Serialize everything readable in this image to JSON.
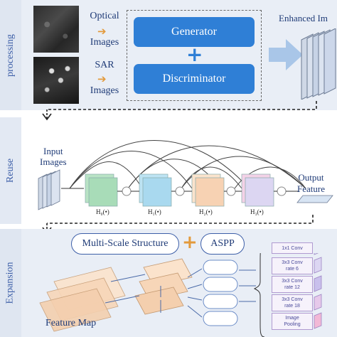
{
  "stages": {
    "processing": "processing",
    "reuse": "Reuse",
    "expansion": "Expansion"
  },
  "processing": {
    "optical_label": "Optical",
    "optical_label2": "Images",
    "sar_label": "SAR",
    "sar_label2": "Images",
    "generator": "Generator",
    "plus": "+",
    "discriminator": "Discriminator",
    "enhanced": "Enhanced Im"
  },
  "reuse": {
    "input_label": "Input",
    "input_label2": "Images",
    "output_label": "Output",
    "output_label2": "Feature",
    "h_labels": [
      "H₀(•)",
      "H₁(•)",
      "H₂(•)",
      "H₃(•)"
    ]
  },
  "expansion": {
    "multi_scale": "Multi-Scale Structure",
    "plus": "+",
    "aspp": "ASPP",
    "feature_map": "Feature Map",
    "convs": [
      [
        "1x1 Conv"
      ],
      [
        "3x3 Conv",
        "rate 6"
      ],
      [
        "3x3 Conv",
        "rate 12"
      ],
      [
        "3x3 Conv",
        "rate 18"
      ],
      [
        "Image",
        "Pooling"
      ]
    ]
  },
  "colors": {
    "panel_bg": "#e9eef6",
    "box_blue": "#2f7fd6",
    "plus_orange": "#e39a3c",
    "label_blue": "#3d5fa8"
  }
}
